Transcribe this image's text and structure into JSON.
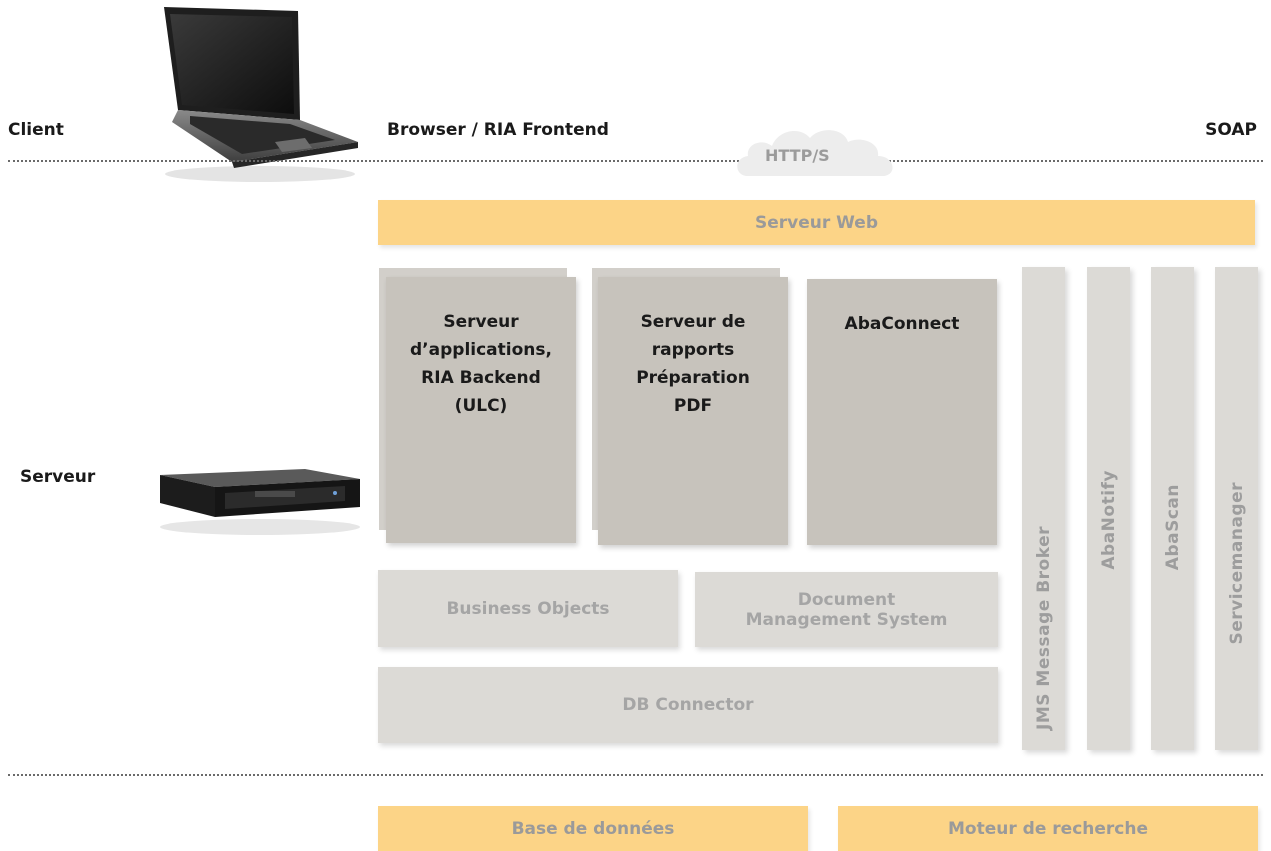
{
  "tiers": {
    "client": "Client",
    "frontend": "Browser / RIA Frontend",
    "soap": "SOAP",
    "server": "Serveur"
  },
  "protocol": "HTTP/S",
  "web_server": "Serveur Web",
  "app_server": {
    "line1": "Serveur",
    "line2": "d’applications,",
    "line3": "RIA Backend",
    "line4": "(ULC)"
  },
  "report_server": {
    "line1": "Serveur de",
    "line2": "rapports",
    "line3": "Préparation",
    "line4": "PDF"
  },
  "abaconnect": "AbaConnect",
  "business_objects": "Business Objects",
  "dms": {
    "line1": "Document",
    "line2": "Management System"
  },
  "db_connector": "DB Connector",
  "columns": [
    "JMS Message Broker",
    "AbaNotify",
    "AbaScan",
    "Servicemanager"
  ],
  "database": "Base de données",
  "search_engine": "Moteur de recherche",
  "colors": {
    "accent": "#fcd487",
    "component": "#c7c3bc",
    "muted": "#dcdad6"
  }
}
